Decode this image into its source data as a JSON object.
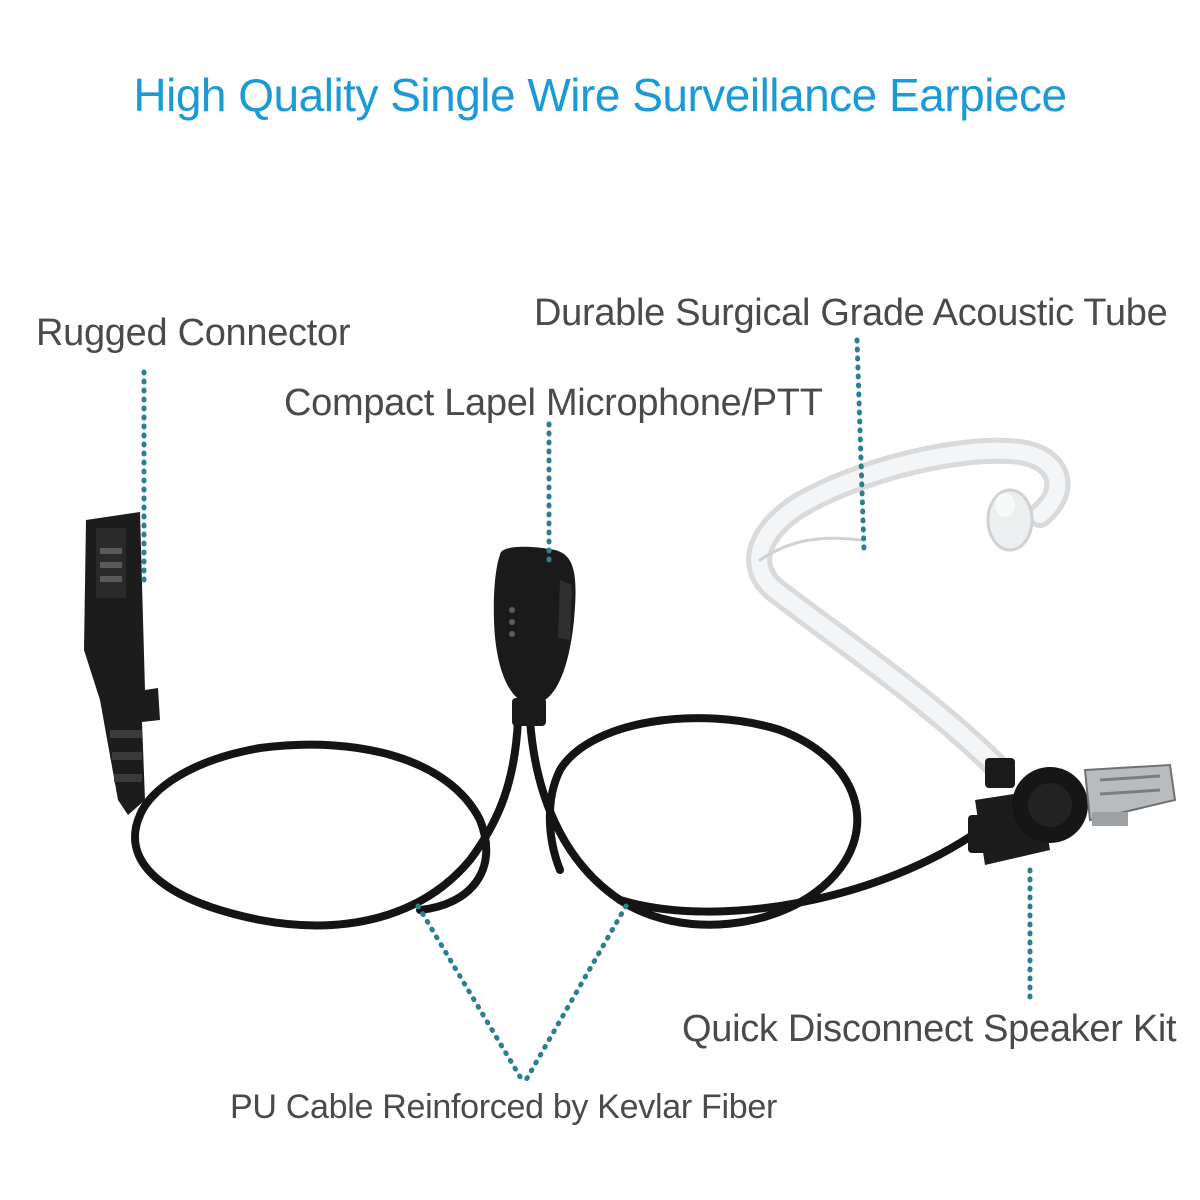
{
  "title": "High Quality Single Wire Surveillance Earpiece",
  "colors": {
    "title": "#1a9ad6",
    "label": "#4a4a4a",
    "leader": "#2b7f8e",
    "cable": "#141414",
    "tube": "#e4e6e8"
  },
  "callouts": {
    "connector": "Rugged Connector",
    "microphone": "Compact Lapel Microphone/PTT",
    "tube": "Durable Surgical Grade Acoustic Tube",
    "speaker": "Quick Disconnect Speaker Kit",
    "cable": "PU Cable Reinforced by Kevlar Fiber"
  }
}
